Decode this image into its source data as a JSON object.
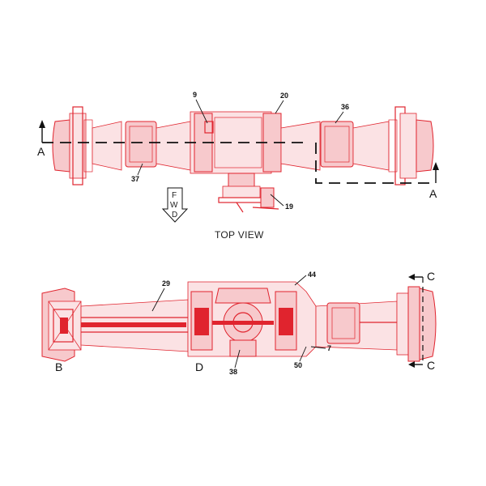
{
  "top_view": {
    "label": "TOP VIEW",
    "fwd_letters": [
      "F",
      "W",
      "D"
    ],
    "section_a_left": "A",
    "section_a_right": "A",
    "callouts": {
      "c9": "9",
      "c20": "20",
      "c36": "36",
      "c37": "37",
      "c19": "19"
    }
  },
  "side_view": {
    "section_b": "B",
    "section_d": "D",
    "section_c_top": "C",
    "section_c_bottom": "C",
    "callouts": {
      "c29": "29",
      "c44": "44",
      "c7": "7",
      "c50": "50",
      "c38": "38"
    }
  },
  "colors": {
    "drawing": "#e0242e",
    "fill": "#f7c9cc",
    "annotation": "#111111"
  }
}
